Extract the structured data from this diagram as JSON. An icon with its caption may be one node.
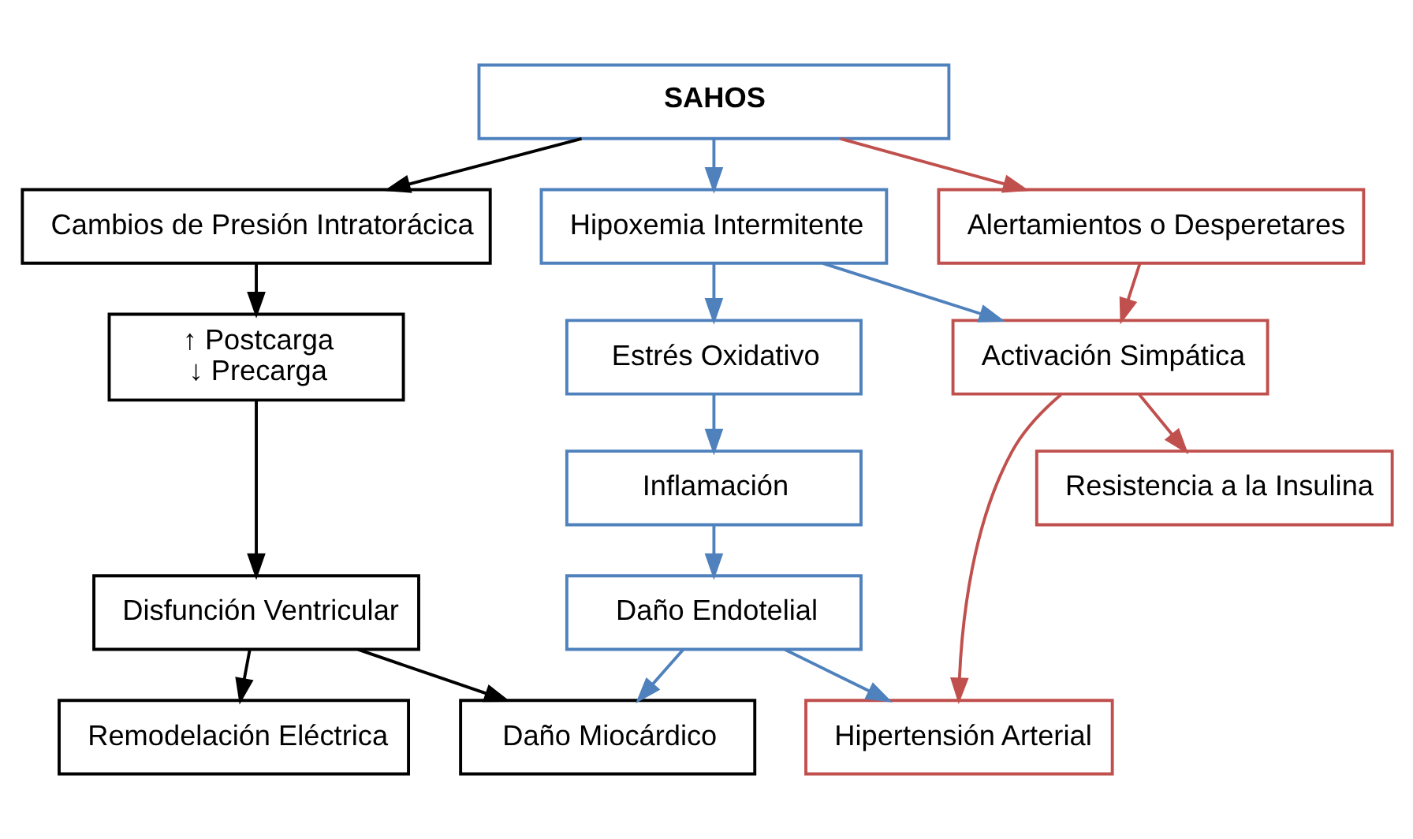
{
  "diagram": {
    "nodes": [
      {
        "text": [
          "SAHOS"
        ]
      },
      {
        "text": [
          "Cambios de Presión Intratorácica"
        ]
      },
      {
        "text": [
          "Hipoxemia Intermitente"
        ]
      },
      {
        "text": [
          "Alertamientos o Desperetares"
        ]
      },
      {
        "text": [
          "↑ Postcarga",
          "↓ Precarga"
        ]
      },
      {
        "text": [
          "Estrés Oxidativo"
        ]
      },
      {
        "text": [
          "Activación Simpática"
        ]
      },
      {
        "text": [
          "Disfunción Ventricular"
        ]
      },
      {
        "text": [
          "Inflamación"
        ]
      },
      {
        "text": [
          "Hipertensión Arterial"
        ]
      },
      {
        "text": [
          "Resistencia a la Insulina"
        ]
      },
      {
        "text": [
          "Daño Endotelial"
        ]
      },
      {
        "text": [
          "Remodelación Eléctrica"
        ]
      },
      {
        "text": [
          "Daño Miocárdico"
        ]
      }
    ],
    "edges": [
      {
        "from": 0,
        "to": 1,
        "arrow": "to",
        "color": "#000000"
      },
      {
        "from": 0,
        "to": 2,
        "arrow": "to"
      },
      {
        "from": 0,
        "to": 3,
        "arrow": "to",
        "color": "#c0504d"
      },
      {
        "from": 1,
        "to": 4,
        "arrow": "to",
        "color": "#000000"
      },
      {
        "from": 2,
        "to": 5,
        "arrow": "to"
      },
      {
        "from": 2,
        "to": 6,
        "arrow": "to"
      },
      {
        "from": 3,
        "to": 6,
        "arrow": "to",
        "color": "#c0504d"
      },
      {
        "from": 4,
        "to": 7,
        "arrow": "to",
        "color": "#000000"
      },
      {
        "from": 5,
        "to": 8,
        "arrow": "to"
      },
      {
        "from": 6,
        "to": 9,
        "arrow": "to",
        "color": "#c0504d"
      },
      {
        "from": 6,
        "to": 10,
        "arrow": "to",
        "color": "#c0504d"
      },
      {
        "from": 8,
        "to": 11,
        "arrow": "to"
      },
      {
        "from": 11,
        "to": 9,
        "arrow": "to"
      },
      {
        "from": 7,
        "to": 12,
        "arrow": "to",
        "color": "#000000"
      },
      {
        "from": 7,
        "to": 13,
        "arrow": "to",
        "color": "#000000"
      },
      {
        "from": 11,
        "to": 13,
        "arrow": "to"
      }
    ]
  }
}
